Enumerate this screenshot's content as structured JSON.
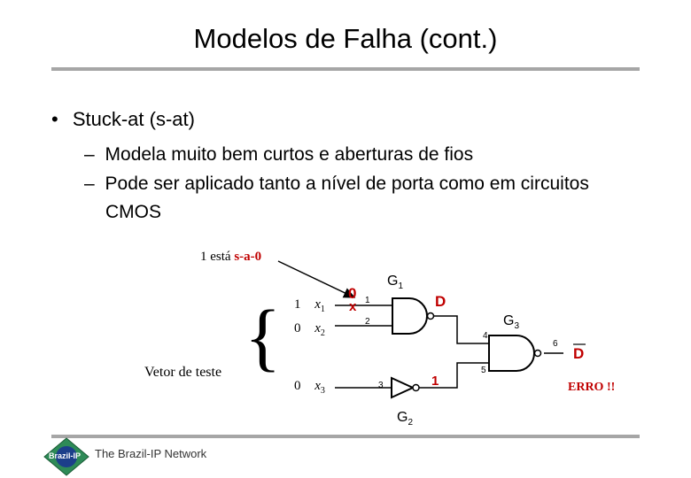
{
  "title": "Modelos de Falha (cont.)",
  "bullet": {
    "marker": "•",
    "text": "Stuck-at (s-at)"
  },
  "sub_items": [
    {
      "marker": "–",
      "text": "Modela muito bem curtos e aberturas de fios"
    },
    {
      "marker": "–",
      "text": "Pode ser aplicado tanto a nível de porta como em circuitos"
    },
    {
      "marker": "",
      "text": "CMOS"
    }
  ],
  "diagram": {
    "fault_label": {
      "prefix": "1 está ",
      "fault": "s-a-0"
    },
    "test_vector_label": "Vetor de teste",
    "brace": "{",
    "inputs": [
      {
        "value": "1",
        "var": "x",
        "sub": "1"
      },
      {
        "value": "0",
        "var": "x",
        "sub": "2"
      },
      {
        "value": "0",
        "var": "x",
        "sub": "3"
      }
    ],
    "fault_value": "0",
    "fault_mark": "x",
    "gates": [
      {
        "name": "G",
        "sub": "1"
      },
      {
        "name": "G",
        "sub": "2"
      },
      {
        "name": "G",
        "sub": "3"
      }
    ],
    "net_numbers": [
      "1",
      "2",
      "3",
      "4",
      "5",
      "6"
    ],
    "d_label": "D",
    "inverter_out": "1",
    "dbar_label": "D",
    "error_label": "ERRO !!"
  },
  "footer": {
    "logo_text": "Brazil-IP",
    "network": "The Brazil-IP Network"
  },
  "colors": {
    "accent": "#c00000",
    "rule": "#a6a6a6",
    "logo_green": "#2e8b57"
  }
}
